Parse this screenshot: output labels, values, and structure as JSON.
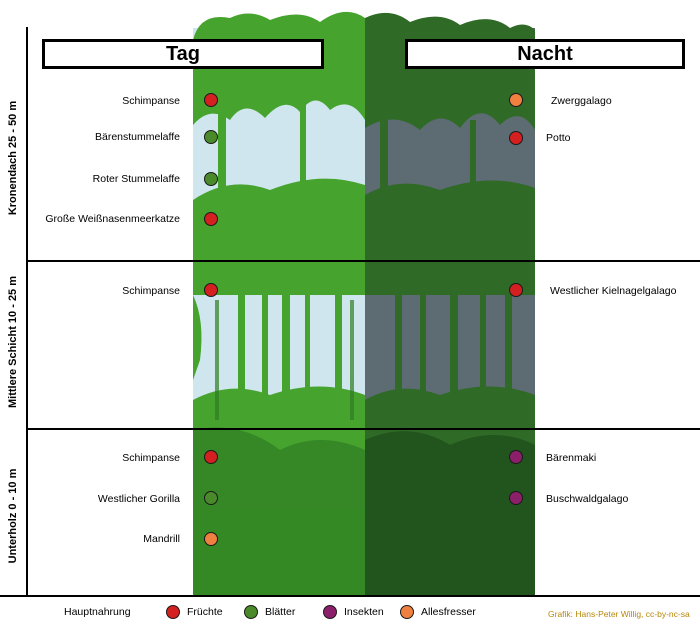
{
  "headers": {
    "day": "Tag",
    "night": "Nacht"
  },
  "layers": [
    {
      "label": "Kronendach 25 - 50 m"
    },
    {
      "label": "Mittlere Schicht 10 - 25 m"
    },
    {
      "label": "Unterholz 0 - 10 m"
    }
  ],
  "day_animals": [
    {
      "name": "Schimpanse",
      "diet": "Früchte"
    },
    {
      "name": "Bärenstummelaffe",
      "diet": "Blätter"
    },
    {
      "name": "Roter Stummelaffe",
      "diet": "Blätter"
    },
    {
      "name": "Große Weißnasenmeerkatze",
      "diet": "Früchte"
    },
    {
      "name": "Schimpanse",
      "diet": "Früchte"
    },
    {
      "name": "Schimpanse",
      "diet": "Früchte"
    },
    {
      "name": "Westlicher Gorilla",
      "diet": "Blätter"
    },
    {
      "name": "Mandrill",
      "diet": "Allesfresser"
    }
  ],
  "night_animals": [
    {
      "name": "Zwerggalago",
      "diet": "Allesfresser"
    },
    {
      "name": "Potto",
      "diet": "Früchte"
    },
    {
      "name": "Westlicher Kielnagelgalago",
      "diet": "Früchte"
    },
    {
      "name": "Bärenmaki",
      "diet": "Insekten"
    },
    {
      "name": "Buschwaldgalago",
      "diet": "Insekten"
    }
  ],
  "legend": {
    "title": "Hauptnahrung",
    "items": [
      {
        "label": "Früchte",
        "color": "#d42020"
      },
      {
        "label": "Blätter",
        "color": "#4a8a2a"
      },
      {
        "label": "Insekten",
        "color": "#8b1f6a"
      },
      {
        "label": "Allesfresser",
        "color": "#f08040"
      }
    ]
  },
  "credit": "Grafik: Hans-Peter Willig, cc-by-nc-sa"
}
